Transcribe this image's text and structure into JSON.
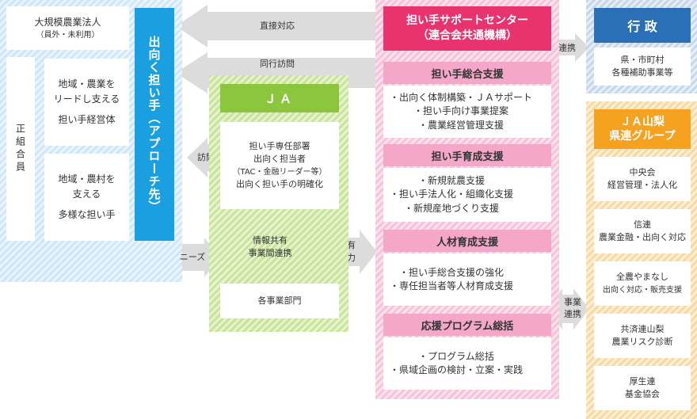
{
  "left_group": {
    "large_corp": {
      "title": "大規模農業法人",
      "sub": "（員外・未利用）"
    },
    "regular_members_label": "正組合員",
    "leader_box": {
      "line1": "地域・農業を",
      "line2": "リードし支える",
      "line3": "担い手経営体"
    },
    "diverse_box": {
      "line1": "地域・農村を",
      "line2": "支える",
      "line3": "多様な担い手"
    },
    "approach_title": "出向く担い手（アプローチ先）"
  },
  "arrows": {
    "direct": "直接対応",
    "accompany": "同行訪問",
    "visit": "訪問",
    "needs": "ニーズ",
    "info_share_mutual_line1": "情報共有",
    "info_share_mutual_line2": "相互協力",
    "renkei": "連携",
    "business_renkei_line1": "事業",
    "business_renkei_line2": "連携"
  },
  "ja": {
    "title": "ＪＡ",
    "dept_lines": [
      "担い手専任部署",
      "出向く担当者",
      "（TAC・金融リーダー等）",
      "出向く担い手の明確化"
    ],
    "info_share_line1": "情報共有",
    "info_share_line2": "事業間連携",
    "departments": "各事業部門"
  },
  "support_center": {
    "title_line1": "担い手サポートセンター",
    "title_line2": "（連合会共通機構）",
    "sections": [
      {
        "heading": "担い手総合支援",
        "items": [
          "・出向く体制構築・ＪＡサポート",
          "・担い手向け事業提案",
          "・農業経営管理支援"
        ]
      },
      {
        "heading": "担い手育成支援",
        "items": [
          "・新規就農支援",
          "・担い手法人化・組織化支援",
          "・新規産地づくり支援"
        ]
      },
      {
        "heading": "人材育成支援",
        "items": [
          "・担い手総合支援の強化",
          "・専任担当者等人材育成支援"
        ]
      },
      {
        "heading": "応援プログラム総括",
        "items": [
          "・プログラム総括",
          "・県域企画の検討・立案・実践"
        ]
      }
    ]
  },
  "government": {
    "title": "行 政",
    "line1": "県・市町村",
    "line2": "各種補助事業等"
  },
  "ja_group": {
    "title_line1": "ＪＡ山梨",
    "title_line2": "県連グループ",
    "members": [
      {
        "line1": "中央会",
        "line2": "経営管理・法人化"
      },
      {
        "line1": "信連",
        "line2": "農業金融・出向く対応"
      },
      {
        "line1": "全農やまなし",
        "line2": "出向く対応・販売支援"
      },
      {
        "line1": "共済連山梨",
        "line2": "農業リスク診断"
      },
      {
        "line1": "厚生連",
        "line2": "基金協会"
      }
    ]
  },
  "colors": {
    "approach_blue": "#1aa0e0",
    "ja_green": "#8cc63f",
    "center_pink": "#e8336f",
    "gov_navy": "#2b6fb6",
    "group_orange": "#f4a21f"
  }
}
